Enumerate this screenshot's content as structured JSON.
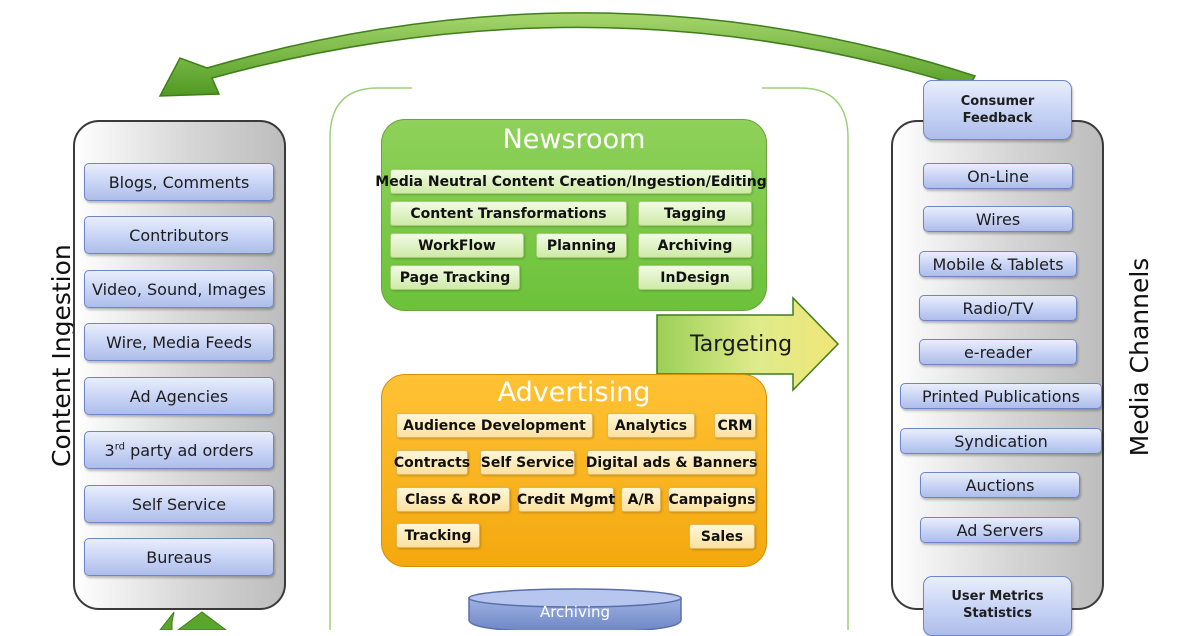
{
  "content_ingestion": {
    "label": "Content Ingestion",
    "items": [
      "Blogs, Comments",
      "Contributors",
      "Video, Sound, Images",
      "Wire, Media Feeds",
      "Ad Agencies",
      "3rd party ad orders",
      "Self Service",
      "Bureaus"
    ],
    "third_party": {
      "prefix": "3",
      "sup": "rd",
      "rest": " party ad orders"
    }
  },
  "media_channels": {
    "label": "Media Channels",
    "items": [
      "On-Line",
      "Wires",
      "Mobile & Tablets",
      "Radio/TV",
      "e-reader",
      "Printed Publications",
      "Syndication",
      "Auctions",
      "Ad Servers"
    ],
    "consumer_feedback": [
      "Consumer",
      "Feedback"
    ],
    "user_metrics": [
      "User Metrics",
      "Statistics"
    ]
  },
  "newsroom": {
    "title": "Newsroom",
    "media_neutral": "Media Neutral Content Creation/Ingestion/Editing",
    "content_transformations": "Content Transformations",
    "tagging": "Tagging",
    "workflow": "WorkFlow",
    "planning": "Planning",
    "archiving": "Archiving",
    "page_tracking": "Page Tracking",
    "indesign": "InDesign"
  },
  "targeting": "Targeting",
  "advertising": {
    "title": "Advertising",
    "audience_development": "Audience Development",
    "analytics": "Analytics",
    "crm": "CRM",
    "contracts": "Contracts",
    "self_service": "Self Service",
    "digital_ads": "Digital ads & Banners",
    "class_rop": "Class & ROP",
    "credit_mgmt": "Credit Mgmt",
    "ar": "A/R",
    "campaigns": "Campaigns",
    "tracking": "Tracking",
    "sales": "Sales"
  },
  "archiving_db": "Archiving",
  "colors": {
    "newsroom": "#6cc23a",
    "advertising": "#f4a80d",
    "blue_box": "#c7d3f5",
    "arrow": "#5aa52a",
    "cylinder": "#7f96cf"
  }
}
